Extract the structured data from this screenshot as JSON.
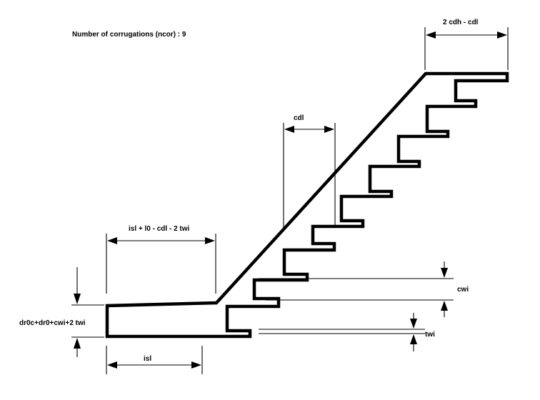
{
  "header": {
    "corrugations_label": "Number of corrugations (ncor) : 9"
  },
  "parameters": {
    "ncor": 9
  },
  "dimensions": {
    "top_flange": "2 cdh - cdl",
    "corrugation_length": "cdl",
    "inner_segment": "isl + l0 - cdl - 2 twi",
    "total_height": "dr0c+dr0+cwi+2 twi",
    "inner_length": "isl",
    "corrugation_width": "cwi",
    "wall_thickness": "twi"
  }
}
